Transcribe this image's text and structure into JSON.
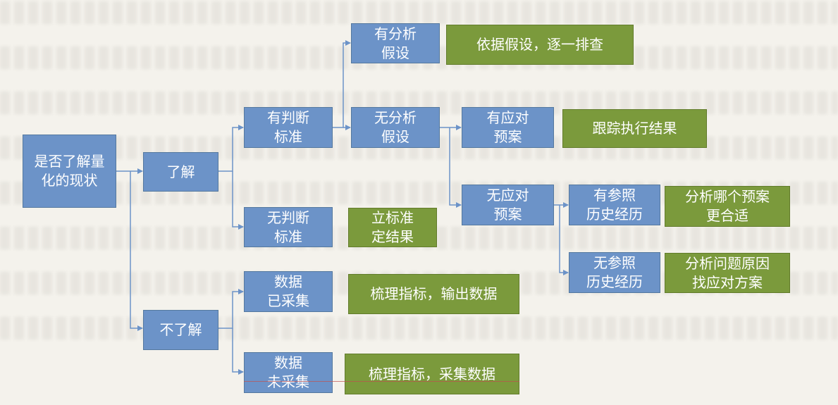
{
  "colors": {
    "background": "#f4f2ec",
    "node_blue": "#6c93c8",
    "node_green": "#7b9a3c",
    "node_text": "#ffffff",
    "connector": "#6c93c8"
  },
  "nodes": {
    "root": {
      "line1": "是否了解量",
      "line2": "化的现状"
    },
    "understand": {
      "line1": "了解"
    },
    "not_understand": {
      "line1": "不了解"
    },
    "has_criteria": {
      "line1": "有判断",
      "line2": "标准"
    },
    "no_criteria": {
      "line1": "无判断",
      "line2": "标准"
    },
    "data_collected": {
      "line1": "数据",
      "line2": "已采集"
    },
    "data_not_collected": {
      "line1": "数据",
      "line2": "未采集"
    },
    "has_hypothesis": {
      "line1": "有分析",
      "line2": "假设"
    },
    "no_hypothesis": {
      "line1": "无分析",
      "line2": "假设"
    },
    "has_plan": {
      "line1": "有应对",
      "line2": "预案"
    },
    "no_plan": {
      "line1": "无应对",
      "line2": "预案"
    },
    "has_reference": {
      "line1": "有参照",
      "line2": "历史经历"
    },
    "no_reference": {
      "line1": "无参照",
      "line2": "历史经历"
    }
  },
  "actions": {
    "check_by_hypothesis": {
      "line1": "依据假设，逐一排查"
    },
    "track_results": {
      "line1": "跟踪执行结果"
    },
    "set_criteria": {
      "line1": "立标准",
      "line2": "定结果"
    },
    "pick_best_plan": {
      "line1": "分析哪个预案",
      "line2": "更合适"
    },
    "find_cause": {
      "line1": "分析问题原因",
      "line2": "找应对方案"
    },
    "sort_output": {
      "line1": "梳理指标，输出数据"
    },
    "sort_collect": {
      "line1": "梳理指标，采集数据"
    }
  }
}
